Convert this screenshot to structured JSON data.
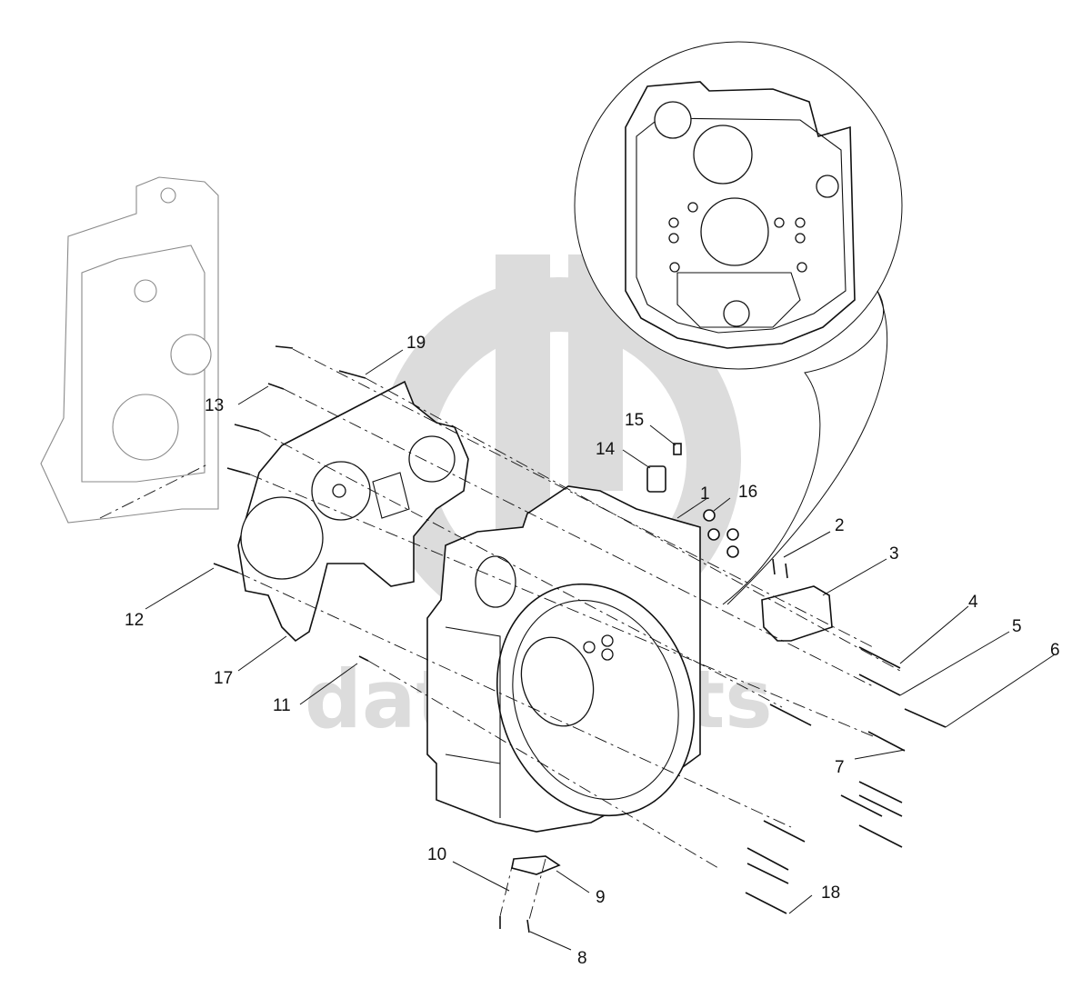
{
  "diagram": {
    "colors": {
      "ink": "#111111",
      "watermark": "#dcdcdc",
      "faded_part": "#8a8a8a",
      "background": "#ffffff"
    },
    "watermark": {
      "logo_icon": "gb-logo-watermark",
      "text": "data parts"
    },
    "callouts": [
      {
        "label": "1"
      },
      {
        "label": "2"
      },
      {
        "label": "3"
      },
      {
        "label": "4"
      },
      {
        "label": "5"
      },
      {
        "label": "6"
      },
      {
        "label": "7"
      },
      {
        "label": "8"
      },
      {
        "label": "9"
      },
      {
        "label": "10"
      },
      {
        "label": "11"
      },
      {
        "label": "12"
      },
      {
        "label": "13"
      },
      {
        "label": "14"
      },
      {
        "label": "15"
      },
      {
        "label": "16"
      },
      {
        "label": "17"
      },
      {
        "label": "18"
      },
      {
        "label": "19"
      }
    ]
  }
}
